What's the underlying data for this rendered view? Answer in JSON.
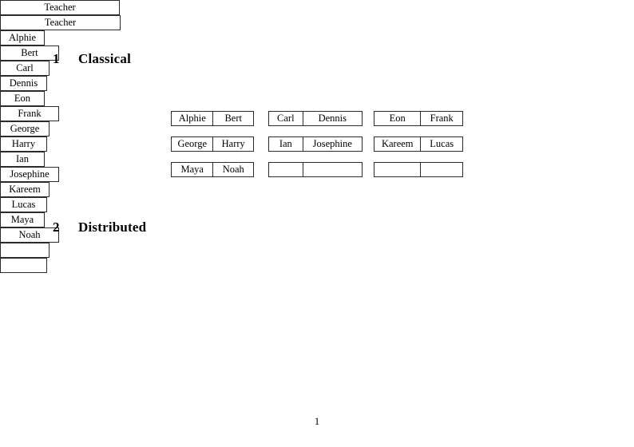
{
  "document": {
    "page_number": "1"
  },
  "sections": [
    {
      "number": "1",
      "title": "Classical",
      "root": {
        "label": "Teacher"
      },
      "groups": [
        {
          "column": 1,
          "rows": [
            {
              "cells": [
                "Alphie",
                "Bert"
              ]
            },
            {
              "cells": [
                "George",
                "Harry"
              ]
            },
            {
              "cells": [
                "Maya",
                "Noah"
              ]
            }
          ]
        },
        {
          "column": 2,
          "rows": [
            {
              "cells": [
                "Carl",
                "Dennis"
              ]
            },
            {
              "cells": [
                "Ian",
                "Josephine"
              ]
            },
            {
              "cells": [
                "",
                ""
              ]
            }
          ]
        },
        {
          "column": 3,
          "rows": [
            {
              "cells": [
                "Eon",
                "Frank"
              ]
            },
            {
              "cells": [
                "Kareem",
                "Lucas"
              ]
            },
            {
              "cells": [
                "",
                ""
              ]
            }
          ]
        }
      ]
    },
    {
      "number": "2",
      "title": "Distributed",
      "root": {
        "label": "Teacher"
      },
      "rows": [
        {
          "cells": [
            "Alphie",
            "Bert",
            "Carl",
            "Dennis"
          ]
        },
        {
          "cells": [
            "Eon",
            "Frank",
            "George",
            "Harry"
          ]
        },
        {
          "cells": [
            "Ian",
            "Josephine",
            "Kareem",
            "Lucas"
          ]
        },
        {
          "cells": [
            "Maya",
            "Noah",
            "",
            ""
          ]
        }
      ]
    }
  ],
  "colors": {
    "page_background": "#ffffff",
    "text": "#000000",
    "box_border": "#2b2b2b"
  }
}
